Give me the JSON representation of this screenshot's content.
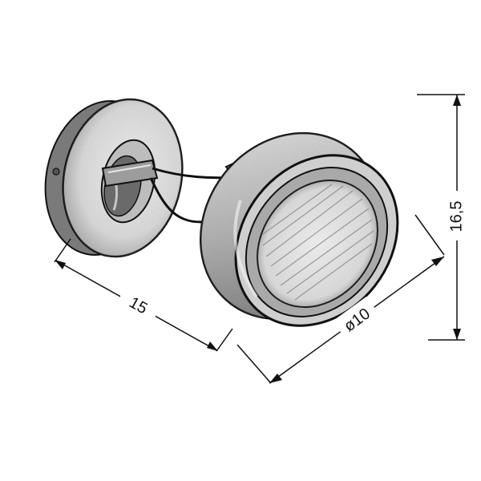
{
  "dimensions": {
    "width_label": "15",
    "diameter_label": "ø10",
    "height_label": "16,5"
  },
  "colors": {
    "line": "#111111",
    "background": "#ffffff",
    "shade_light": "#d8d8d8",
    "shade_mid": "#9a9a9a",
    "shade_dark": "#3a3a3a"
  }
}
